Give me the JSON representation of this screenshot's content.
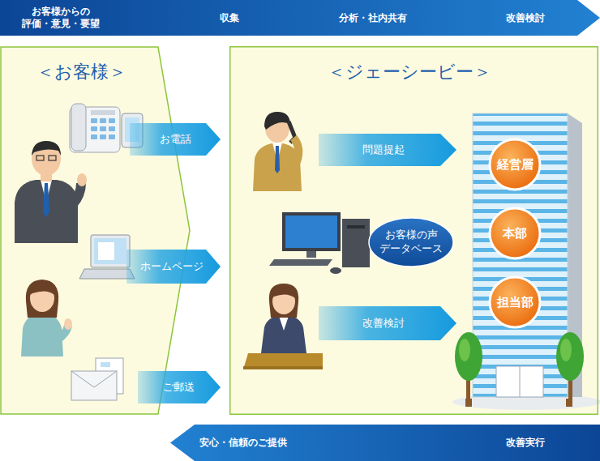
{
  "diagram": {
    "nodes": [
      {
        "text": [
          "お客様からの 評価・意見・要望",
          "収集",
          "分析・社内共有",
          "改善検討"
        ]
      },
      {
        "text": [
          "＜お客様＞"
        ]
      },
      {
        "text": [
          "お電話"
        ],
        "in": 1
      },
      {
        "text": [
          "ホームページ"
        ],
        "in": 1
      },
      {
        "text": [
          "ご郵送"
        ],
        "in": 1
      },
      {
        "text": [
          "＜ジェーシービー＞"
        ]
      },
      {
        "text": [
          "問題提起"
        ],
        "in": 5
      },
      {
        "text": [
          "お客様の声 データベース"
        ],
        "in": 5
      },
      {
        "text": [
          "改善検討"
        ],
        "in": 5
      },
      {
        "text": [
          "経営層"
        ],
        "in": 5
      },
      {
        "text": [
          "本部"
        ],
        "in": 5
      },
      {
        "text": [
          "担当部"
        ],
        "in": 5
      },
      {
        "text": [
          "安心・信頼のご提供",
          "改善実行"
        ]
      }
    ]
  }
}
